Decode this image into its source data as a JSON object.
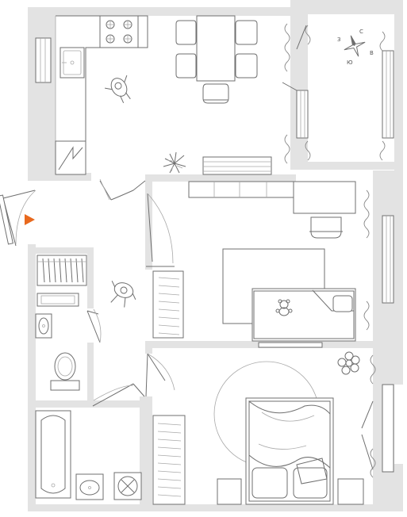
{
  "compass": {
    "north": "С",
    "south": "Ю",
    "east": "В",
    "west": "З"
  },
  "colors": {
    "wall": "#e3e3e3",
    "line": "#6f6f6f",
    "entrance_marker": "#e8691e"
  },
  "icons": {
    "entrance": "entrance-arrow-icon",
    "compass": "compass-icon"
  }
}
